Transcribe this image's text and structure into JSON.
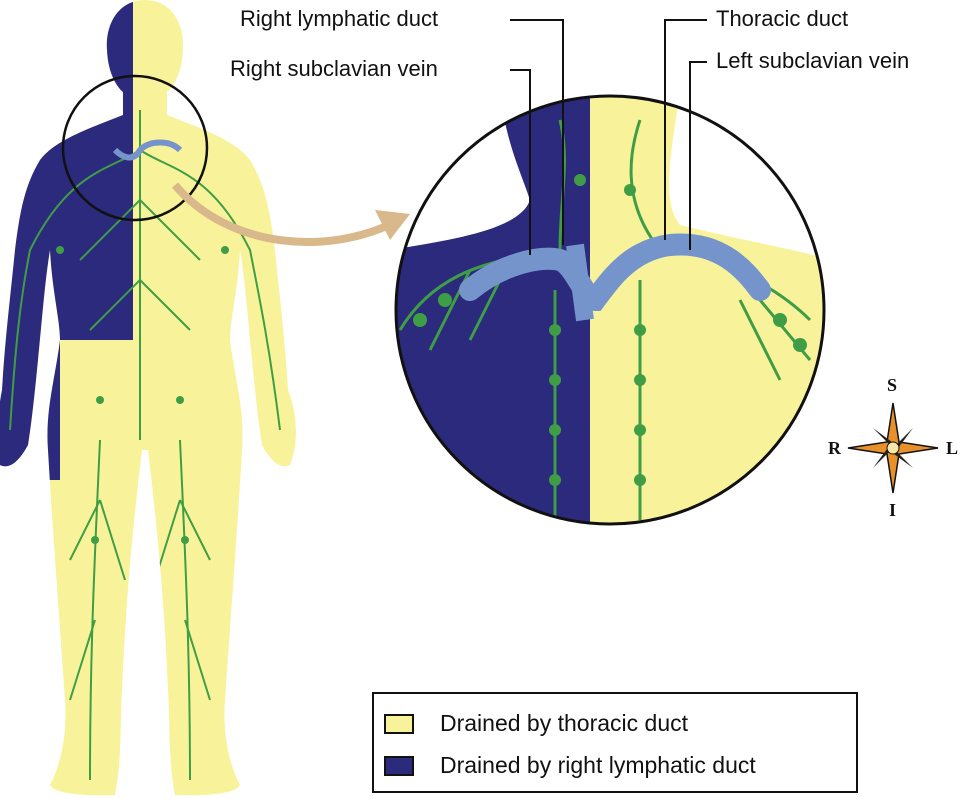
{
  "labels": {
    "right_lymphatic_duct": "Right lymphatic duct",
    "right_subclavian_vein": "Right subclavian vein",
    "thoracic_duct": "Thoracic duct",
    "left_subclavian_vein": "Left subclavian vein"
  },
  "compass": {
    "superior": "S",
    "inferior": "I",
    "right": "R",
    "left": "L"
  },
  "legend": [
    {
      "label": "Drained by thoracic duct",
      "color": "#f8f39a"
    },
    {
      "label": "Drained by right lymphatic duct",
      "color": "#2b2a7c"
    }
  ],
  "colors": {
    "navy": "#2b2a7c",
    "yellow": "#f8f39a",
    "lymph": "#3f9e45",
    "vein": "#7594cc",
    "arrow": "#d9b98c"
  }
}
